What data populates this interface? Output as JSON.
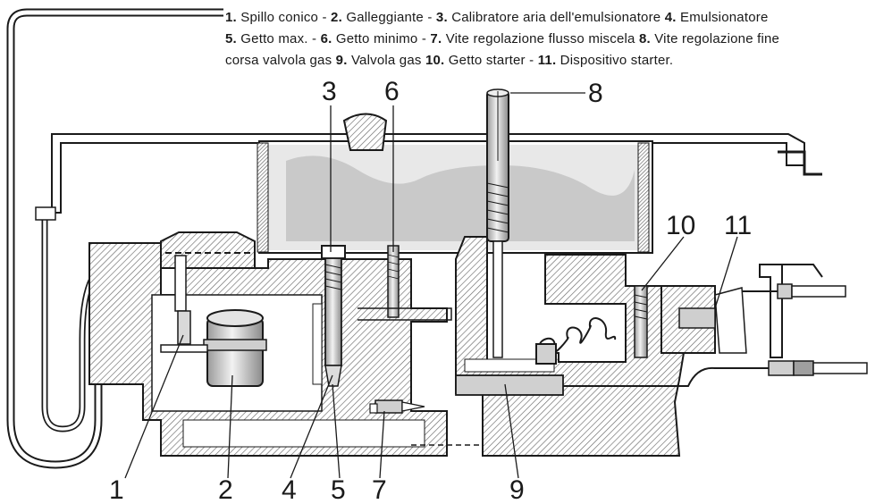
{
  "legend": {
    "lines": [
      [
        {
          "num": "1.",
          "text": " Spillo conico - "
        },
        {
          "num": "2.",
          "text": " Galleggiante - "
        },
        {
          "num": "3.",
          "text": " Calibratore aria dell'emulsionatore "
        },
        {
          "num": "4.",
          "text": " Emulsionatore"
        }
      ],
      [
        {
          "num": "5.",
          "text": " Getto max. - "
        },
        {
          "num": "6.",
          "text": " Getto minimo - "
        },
        {
          "num": "7.",
          "text": " Vite regolazione flusso miscela "
        },
        {
          "num": "8.",
          "text": " Vite regolazione fine"
        }
      ],
      [
        {
          "num": "",
          "text": "corsa valvola gas   "
        },
        {
          "num": "9.",
          "text": " Valvola gas "
        },
        {
          "num": "10.",
          "text": " Getto starter  - "
        },
        {
          "num": "11.",
          "text": " Dispositivo starter."
        }
      ]
    ]
  },
  "callouts": {
    "n1": "1",
    "n2": "2",
    "n3": "3",
    "n4": "4",
    "n5": "5",
    "n6": "6",
    "n7": "7",
    "n8": "8",
    "n9": "9",
    "n10": "10",
    "n11": "11"
  },
  "colors": {
    "ink": "#1a1a1a",
    "hatch": "#6a6a6a",
    "shade": "#b9b9b9"
  }
}
